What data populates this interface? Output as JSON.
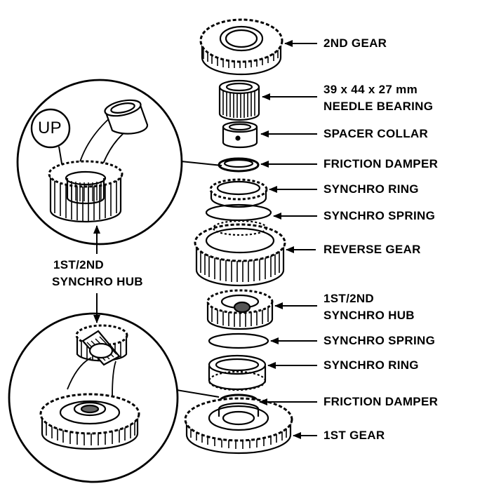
{
  "labels": {
    "second_gear": "2ND GEAR",
    "needle_bearing_size": "39 x 44 x 27 mm",
    "needle_bearing": "NEEDLE BEARING",
    "spacer_collar": "SPACER COLLAR",
    "friction_damper_upper": "FRICTION DAMPER",
    "synchro_ring_upper": "SYNCHRO RING",
    "synchro_spring_upper": "SYNCHRO SPRING",
    "reverse_gear": "REVERSE GEAR",
    "hub_line1": "1ST/2ND",
    "hub_line2": "SYNCHRO HUB",
    "synchro_spring_lower": "SYNCHRO SPRING",
    "synchro_ring_lower": "SYNCHRO RING",
    "friction_damper_lower": "FRICTION DAMPER",
    "first_gear": "1ST GEAR",
    "callout_hub_line1": "1ST/2ND",
    "callout_hub_line2": "SYNCHRO HUB",
    "up_mark": "UP"
  },
  "colors": {
    "ink": "#000000",
    "paper": "#ffffff"
  }
}
